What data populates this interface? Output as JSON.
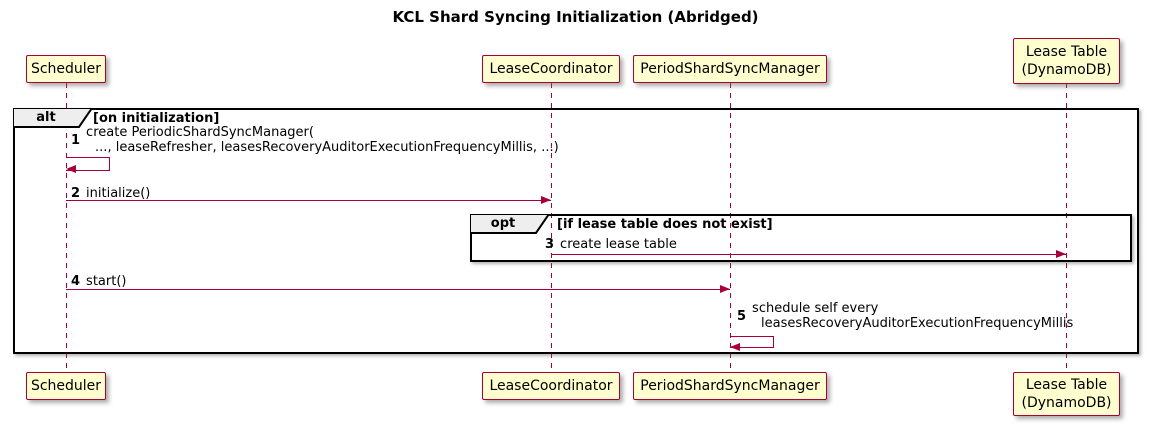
{
  "title": "KCL Shard Syncing Initialization (Abridged)",
  "colors": {
    "accent": "#A80036",
    "participant_fill": "#FEFECE",
    "frame_label_fill": "#EEEEEE",
    "frame_border": "#000000",
    "text": "#000000",
    "background": "#FFFFFF"
  },
  "participants": [
    {
      "id": "scheduler",
      "label": "Scheduler"
    },
    {
      "id": "lease-coordinator",
      "label": "LeaseCoordinator"
    },
    {
      "id": "period-shard-sync-manager",
      "label": "PeriodShardSyncManager"
    },
    {
      "id": "lease-table",
      "label": "Lease Table",
      "label2": "(DynamoDB)"
    }
  ],
  "frames": [
    {
      "operator": "alt",
      "condition": "[on initialization]"
    },
    {
      "operator": "opt",
      "condition": "[if lease table does not exist]"
    }
  ],
  "messages": [
    {
      "num": "1",
      "lines": [
        "create PeriodicShardSyncManager(",
        "..., leaseRefresher, leasesRecoveryAuditorExecutionFrequencyMillis, ...)"
      ]
    },
    {
      "num": "2",
      "text": "initialize()"
    },
    {
      "num": "3",
      "text": "create lease table"
    },
    {
      "num": "4",
      "text": "start()"
    },
    {
      "num": "5",
      "lines": [
        "schedule self every",
        "leasesRecoveryAuditorExecutionFrequencyMillis"
      ]
    }
  ]
}
